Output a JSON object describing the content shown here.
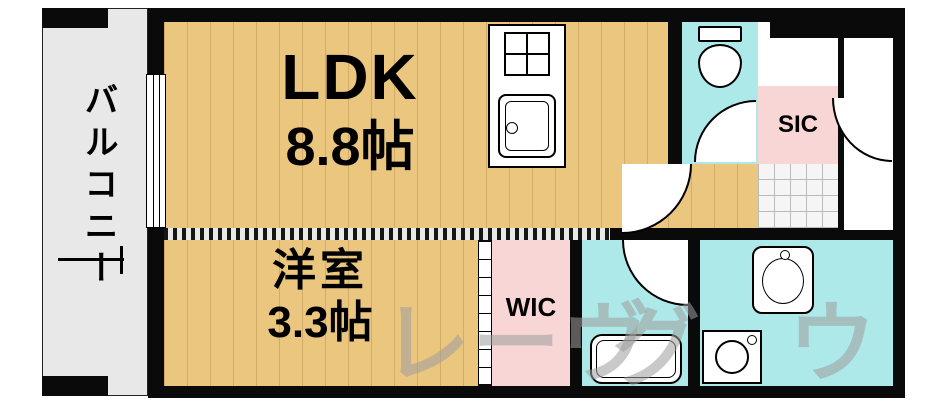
{
  "plan": {
    "rooms": {
      "ldk": {
        "label": "LDK",
        "size": "8.8帖"
      },
      "youshitsu": {
        "label": "洋室",
        "size": "3.3帖"
      },
      "wic": {
        "label": "WIC"
      },
      "sic": {
        "label": "SIC"
      },
      "balcony": {
        "label": "バルコニー"
      }
    },
    "watermark": {
      "part1": "レーヴ",
      "part2": "グ",
      "part3": "ウ"
    },
    "colors": {
      "wood": "#ebc67f",
      "pink": "#f8d6d6",
      "cyan": "#aee9e9",
      "gray": "#e8e8e8",
      "tile": "#f5f5f5",
      "wall": "#0a0a0a"
    }
  }
}
